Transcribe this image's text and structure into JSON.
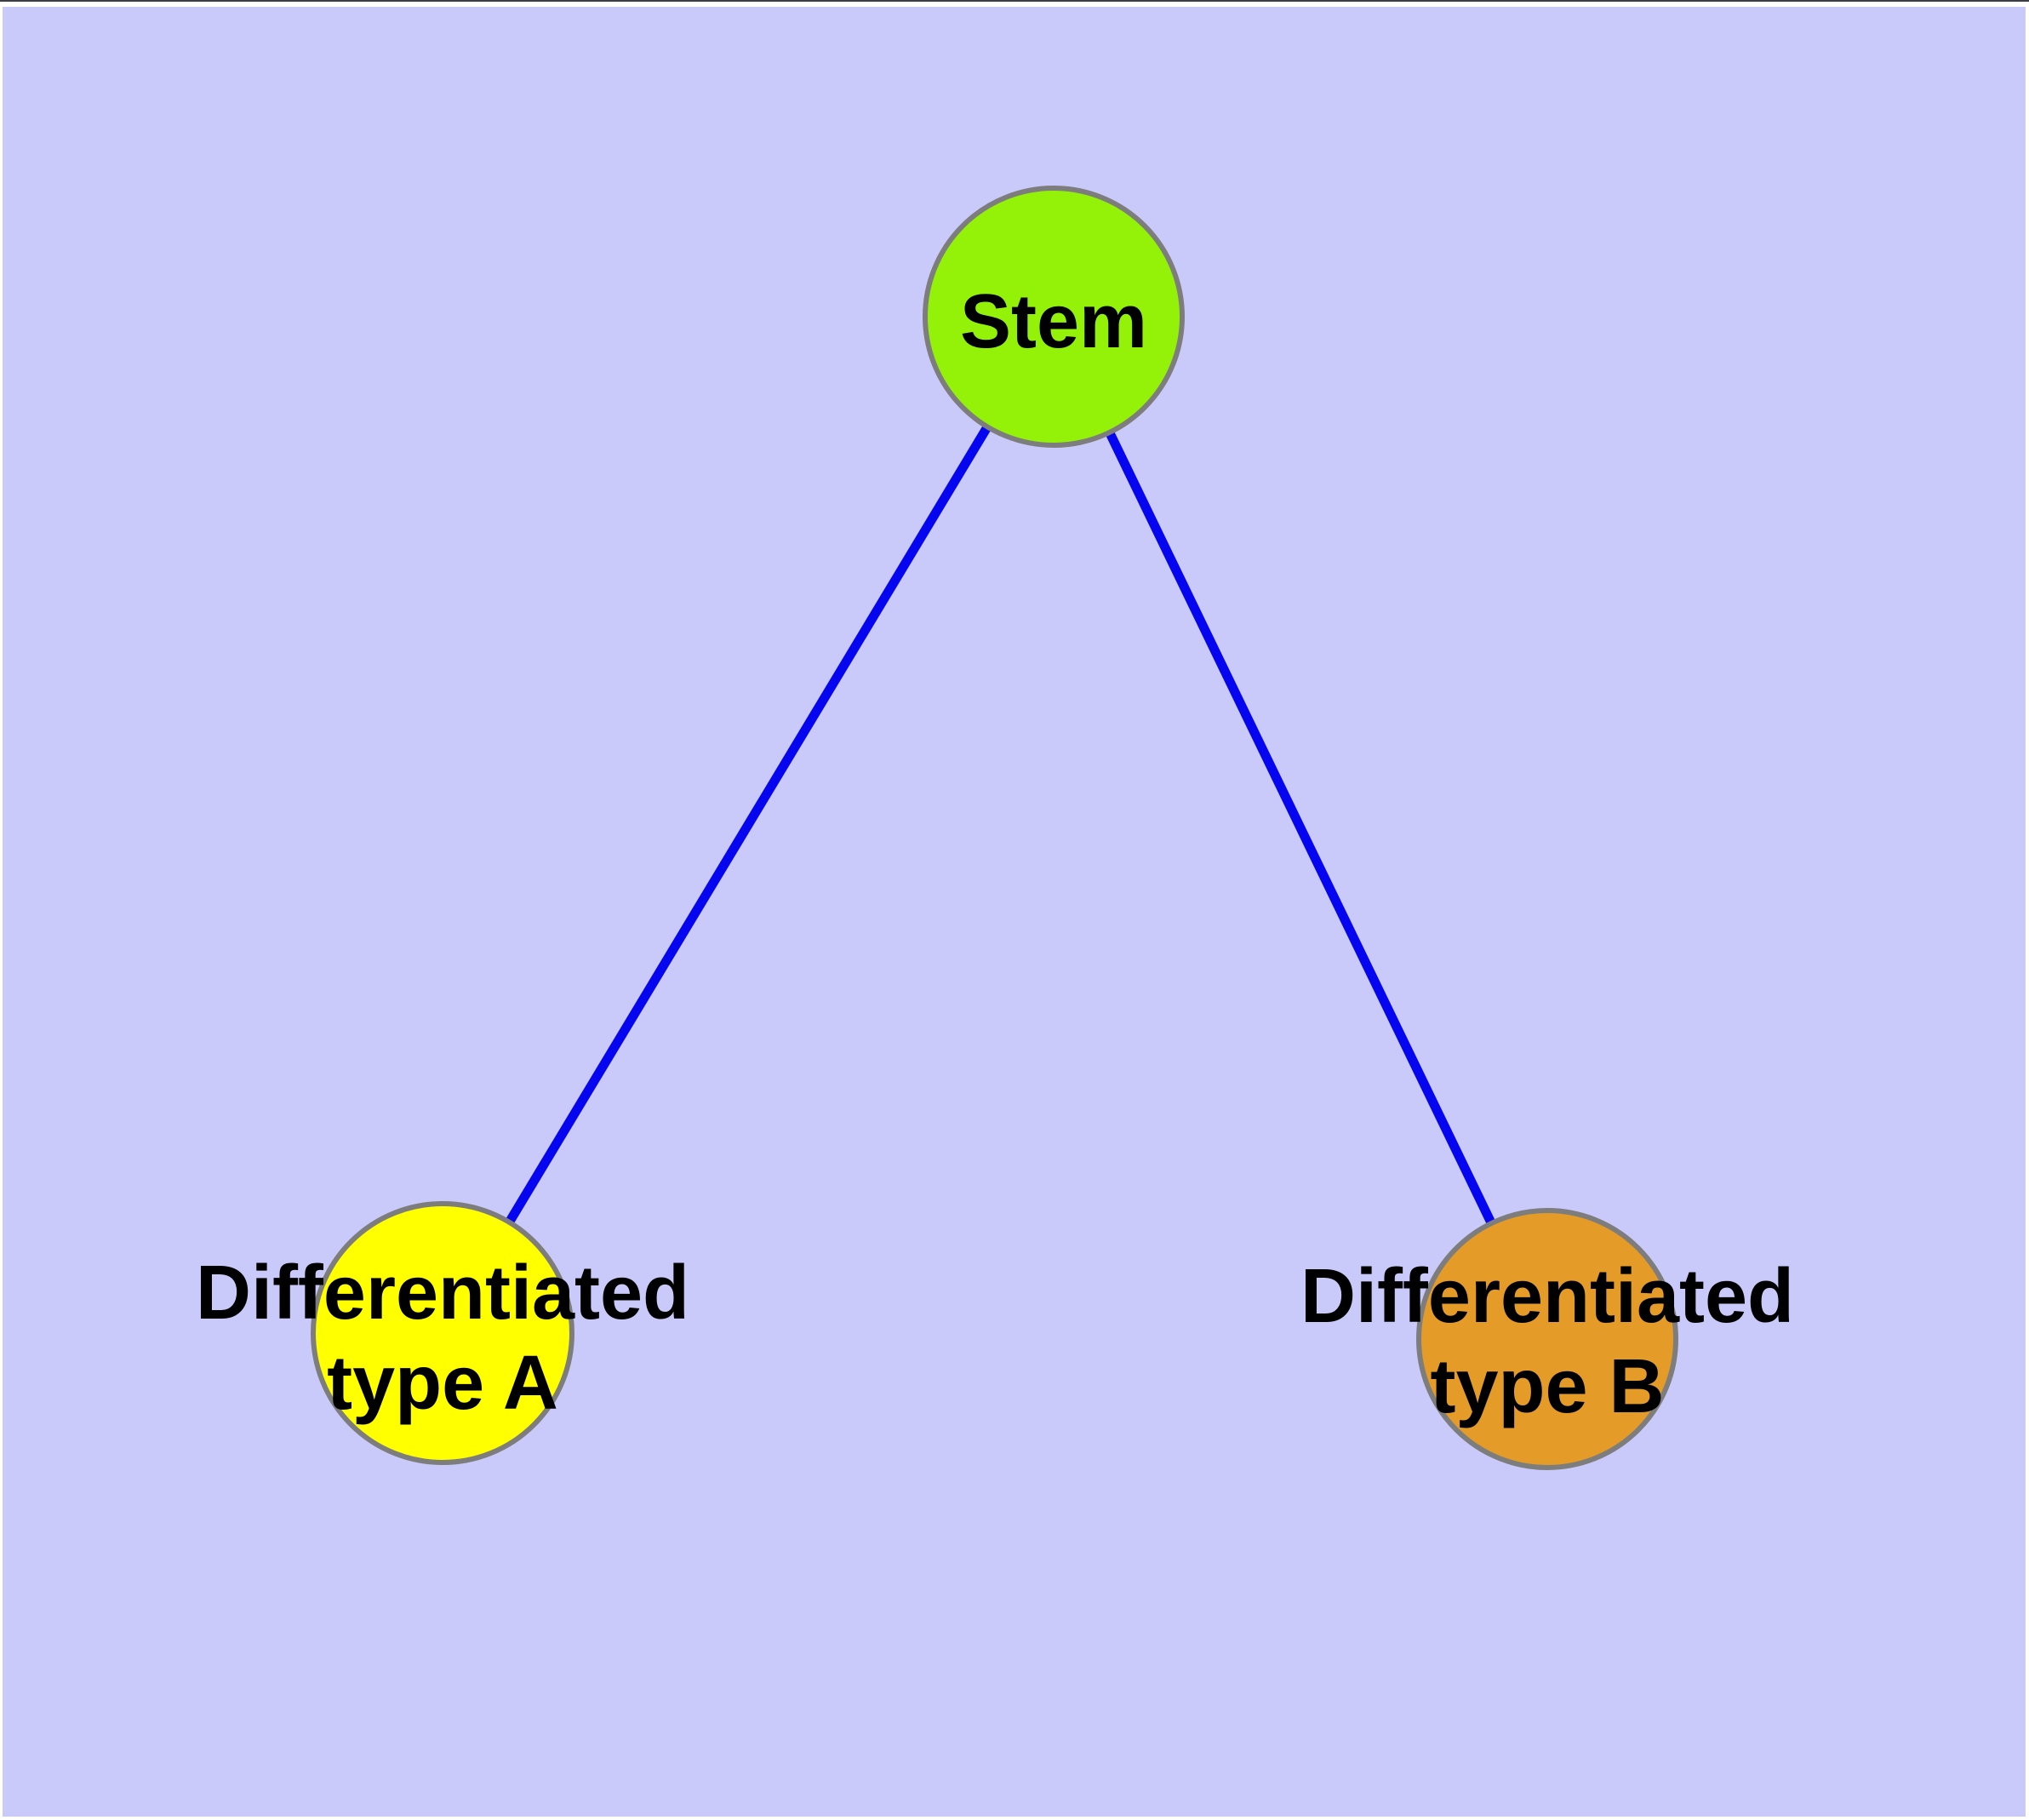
{
  "canvas": {
    "background_color": "#cacafa",
    "frame_color": "#ffffff",
    "top_hairline_color": "#3c3c44"
  },
  "diagram": {
    "type": "node-link-graph",
    "text_color": "#000000",
    "node_border_color": "#7d7d7d",
    "nodes": [
      {
        "id": "stem",
        "label": "Stem",
        "lines": [
          "Stem"
        ],
        "fill": "#93f208"
      },
      {
        "id": "differentiated-type-a",
        "label": "Differentiated type A",
        "lines": [
          "Differentiated",
          "type A"
        ],
        "fill": "#ffff00"
      },
      {
        "id": "differentiated-type-b",
        "label": "Differentiated type B",
        "lines": [
          "Differentiated",
          "type B"
        ],
        "fill": "#e49b28"
      }
    ],
    "edges": [
      {
        "from": "stem",
        "to": "differentiated-type-a",
        "color": "#0505f0"
      },
      {
        "from": "stem",
        "to": "differentiated-type-b",
        "color": "#0505f0"
      }
    ]
  }
}
